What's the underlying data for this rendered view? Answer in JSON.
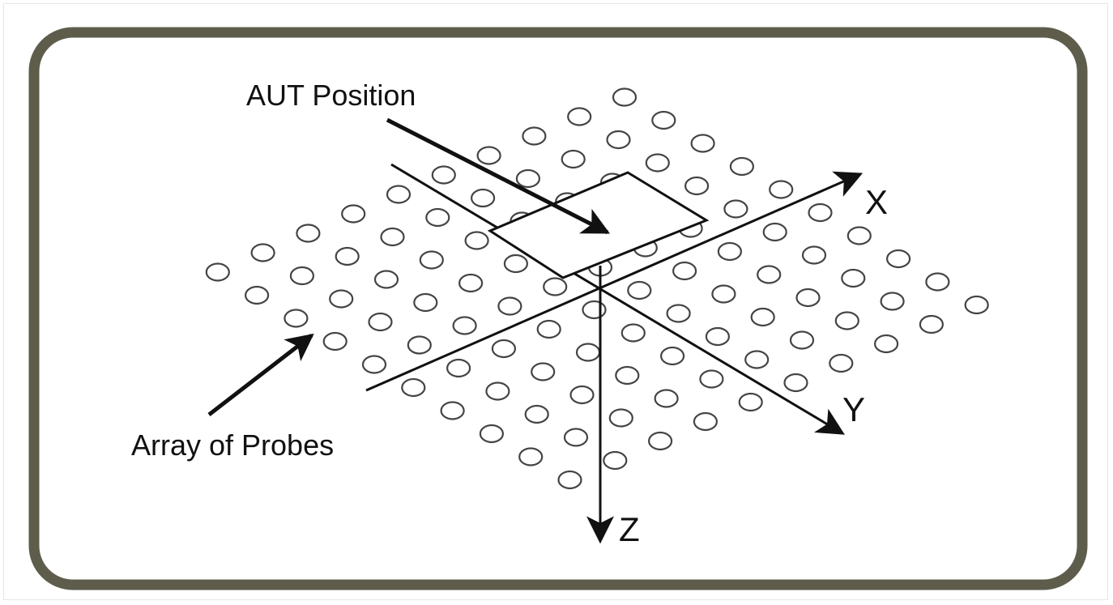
{
  "diagram": {
    "labels": {
      "aut_position": "AUT Position",
      "array_of_probes": "Array of Probes",
      "x_axis": "X",
      "y_axis": "Y",
      "z_axis": "Z"
    },
    "probe_grid": {
      "rows": 10,
      "cols": 10
    },
    "colors": {
      "frame": "#5e5d4c",
      "ink": "#111111"
    }
  }
}
